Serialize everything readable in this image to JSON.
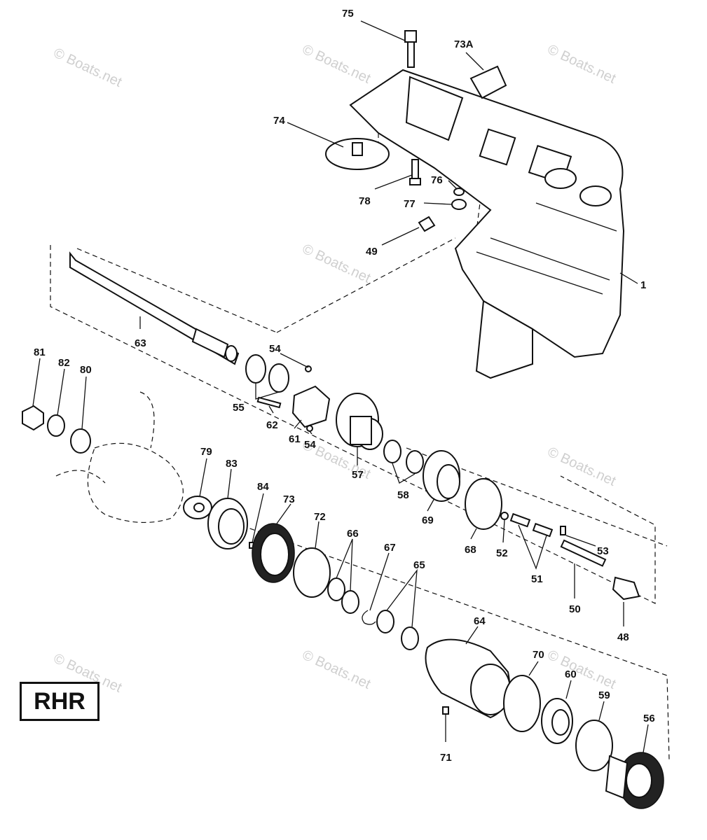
{
  "watermark": "© Boats.net",
  "badge": "RHR",
  "callouts": {
    "c1": "1",
    "c48": "48",
    "c49": "49",
    "c50": "50",
    "c51": "51",
    "c52": "52",
    "c53": "53",
    "c54a": "54",
    "c54b": "54",
    "c55": "55",
    "c56": "56",
    "c57": "57",
    "c58": "58",
    "c59": "59",
    "c60": "60",
    "c61": "61",
    "c62": "62",
    "c63": "63",
    "c64": "64",
    "c65": "65",
    "c66": "66",
    "c67": "67",
    "c68": "68",
    "c69": "69",
    "c70": "70",
    "c71": "71",
    "c72": "72",
    "c73": "73",
    "c73A": "73A",
    "c74": "74",
    "c75": "75",
    "c76": "76",
    "c77": "77",
    "c78": "78",
    "c79": "79",
    "c80": "80",
    "c81": "81",
    "c82": "82",
    "c83": "83",
    "c84": "84"
  }
}
